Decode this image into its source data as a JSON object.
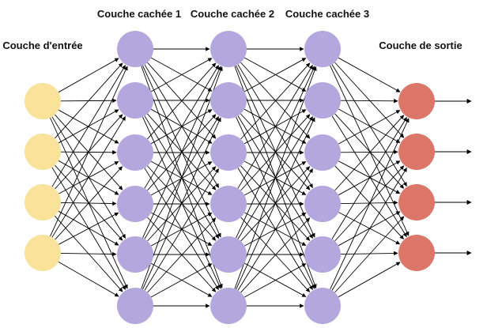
{
  "diagram": {
    "layers": [
      {
        "label": "Couche d'entrée",
        "node_count": 4,
        "color": "#FBE29A"
      },
      {
        "label": "Couche cachée 1",
        "node_count": 6,
        "color": "#B4A7DD"
      },
      {
        "label": "Couche cachée 2",
        "node_count": 6,
        "color": "#B4A7DD"
      },
      {
        "label": "Couche cachée 3",
        "node_count": 6,
        "color": "#B4A7DD"
      },
      {
        "label": "Couche de sortie",
        "node_count": 4,
        "color": "#DC7767"
      }
    ],
    "connectivity": "fully-connected",
    "output_arrows": true,
    "edge_color": "#000000"
  }
}
